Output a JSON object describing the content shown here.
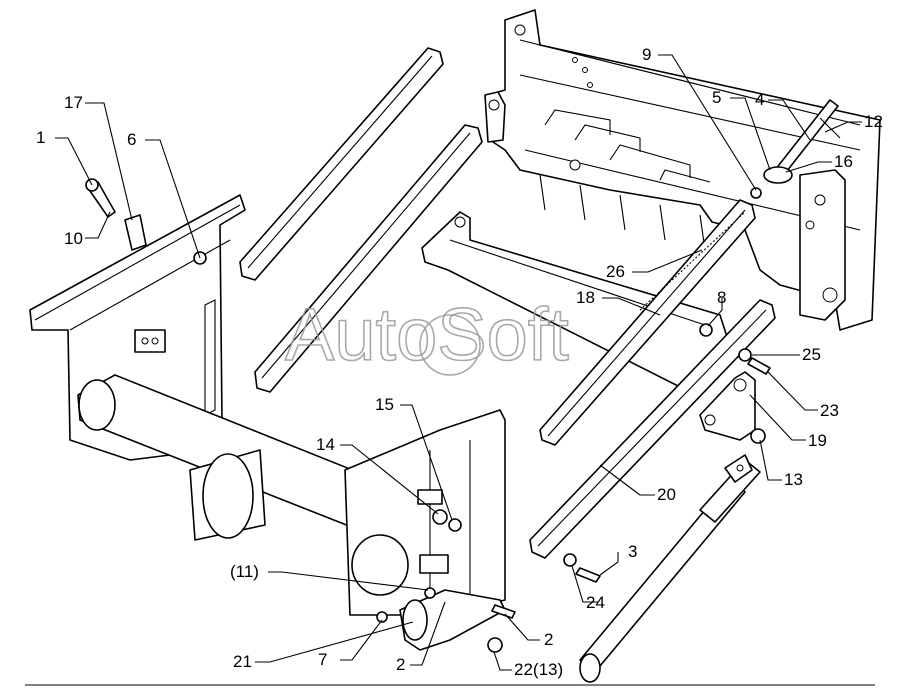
{
  "watermark": "AutoSoft",
  "callouts": [
    {
      "id": "c1",
      "label": "1"
    },
    {
      "id": "c17",
      "label": "17"
    },
    {
      "id": "c6",
      "label": "6"
    },
    {
      "id": "c10",
      "label": "10"
    },
    {
      "id": "c9",
      "label": "9"
    },
    {
      "id": "c5",
      "label": "5"
    },
    {
      "id": "c4",
      "label": "4"
    },
    {
      "id": "c12",
      "label": "12"
    },
    {
      "id": "c16",
      "label": "16"
    },
    {
      "id": "c26",
      "label": "26"
    },
    {
      "id": "c18",
      "label": "18"
    },
    {
      "id": "c8",
      "label": "8"
    },
    {
      "id": "c25",
      "label": "25"
    },
    {
      "id": "c23",
      "label": "23"
    },
    {
      "id": "c19",
      "label": "19"
    },
    {
      "id": "c13",
      "label": "13"
    },
    {
      "id": "c20",
      "label": "20"
    },
    {
      "id": "c15",
      "label": "15"
    },
    {
      "id": "c14",
      "label": "14"
    },
    {
      "id": "c3",
      "label": "3"
    },
    {
      "id": "c24",
      "label": "24"
    },
    {
      "id": "c11",
      "label": "(11)"
    },
    {
      "id": "c7",
      "label": "7"
    },
    {
      "id": "c21",
      "label": "21"
    },
    {
      "id": "c2a",
      "label": "2"
    },
    {
      "id": "c2b",
      "label": "2"
    },
    {
      "id": "c22",
      "label": "22(13)"
    }
  ]
}
